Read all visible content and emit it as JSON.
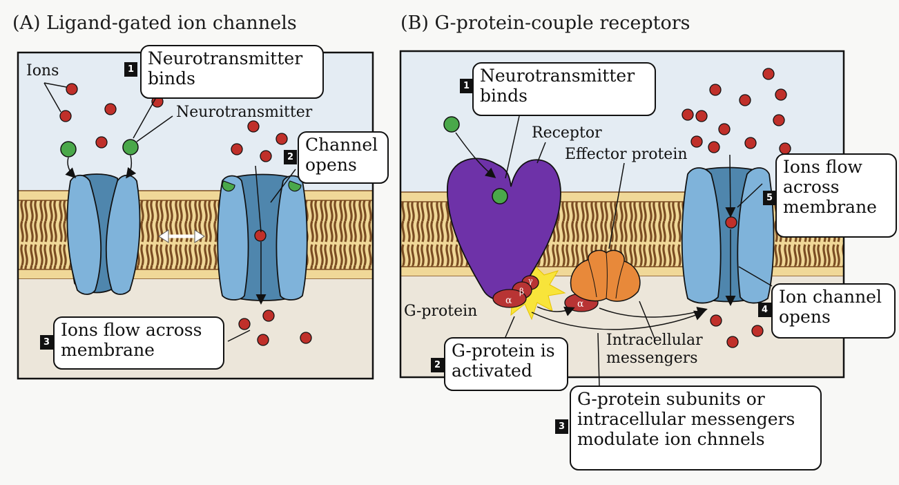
{
  "panel_a": {
    "title": "(A) Ligand-gated ion channels",
    "labels": {
      "ions": "Ions",
      "neurotransmitter": "Neurotransmitter"
    },
    "steps": [
      {
        "num": "1",
        "text": "Neurotransmitter\nbinds"
      },
      {
        "num": "2",
        "text": "Channel\nopens"
      },
      {
        "num": "3",
        "text": "Ions flow across\nmembrane"
      }
    ]
  },
  "panel_b": {
    "title": "(B) G-protein-couple receptors",
    "labels": {
      "receptor": "Receptor",
      "effector": "Effector protein",
      "gprotein": "G-protein",
      "intracellular": "Intracellular\nmessengers",
      "alpha": "α",
      "beta": "β",
      "gamma": "γ"
    },
    "steps": [
      {
        "num": "1",
        "text": "Neurotransmitter\nbinds"
      },
      {
        "num": "2",
        "text": "G-protein is\nactivated"
      },
      {
        "num": "3",
        "text": "G-protein subunits or\nintracellular messengers\nmodulate ion chnnels"
      },
      {
        "num": "4",
        "text": "Ion channel\nopens"
      },
      {
        "num": "5",
        "text": "Ions flow\nacross\nmembrane"
      }
    ]
  },
  "colors": {
    "extracellular": "#e4ecf3",
    "intracellular": "#ece6da",
    "membrane_yellow": "#f0d898",
    "membrane_brown": "#7a4c22",
    "channel_light": "#7fb3da",
    "channel_dark": "#4f86ad",
    "ion": "#c0302a",
    "neurotransmitter": "#4aa84a",
    "receptor": "#6e32a8",
    "gprotein": "#b83434",
    "effector": "#e8893a",
    "burst": "#f8e43a"
  }
}
